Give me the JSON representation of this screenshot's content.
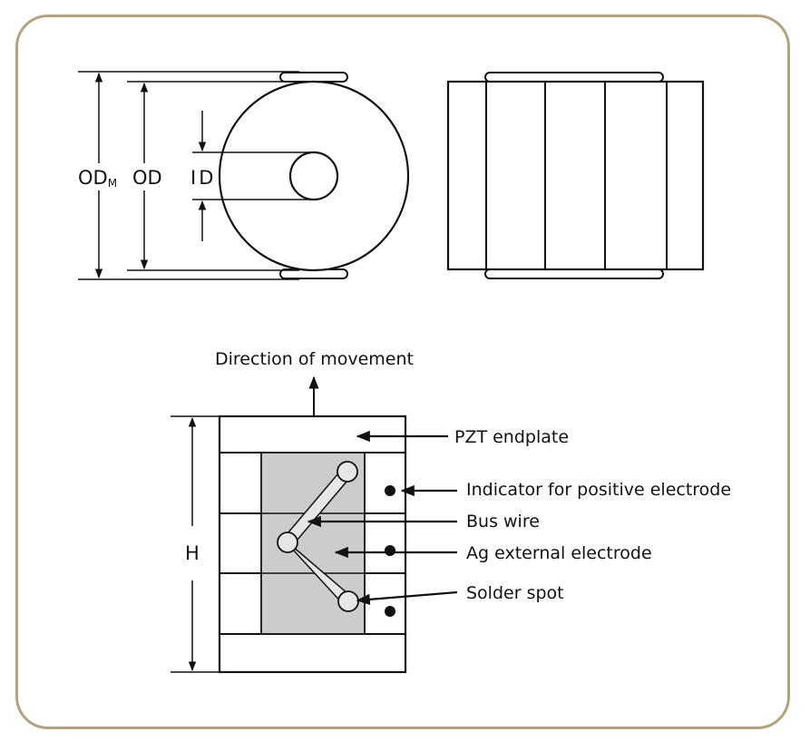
{
  "colors": {
    "frame_border": "#b4a27d",
    "electrode_fill": "#cccccc",
    "wire_fill": "#e6e6e6",
    "line": "#111111"
  },
  "top_view": {
    "od_m_label": "OD",
    "od_m_subscript": "M",
    "od_label": "OD",
    "id_label": "ID"
  },
  "stack_diagram": {
    "direction_label": "Direction of movement",
    "height_label": "H",
    "callouts": {
      "endplate": "PZT endplate",
      "indicator": "Indicator for positive electrode",
      "bus_wire": "Bus wire",
      "external_electrode": "Ag external electrode",
      "solder_spot": "Solder spot"
    }
  }
}
